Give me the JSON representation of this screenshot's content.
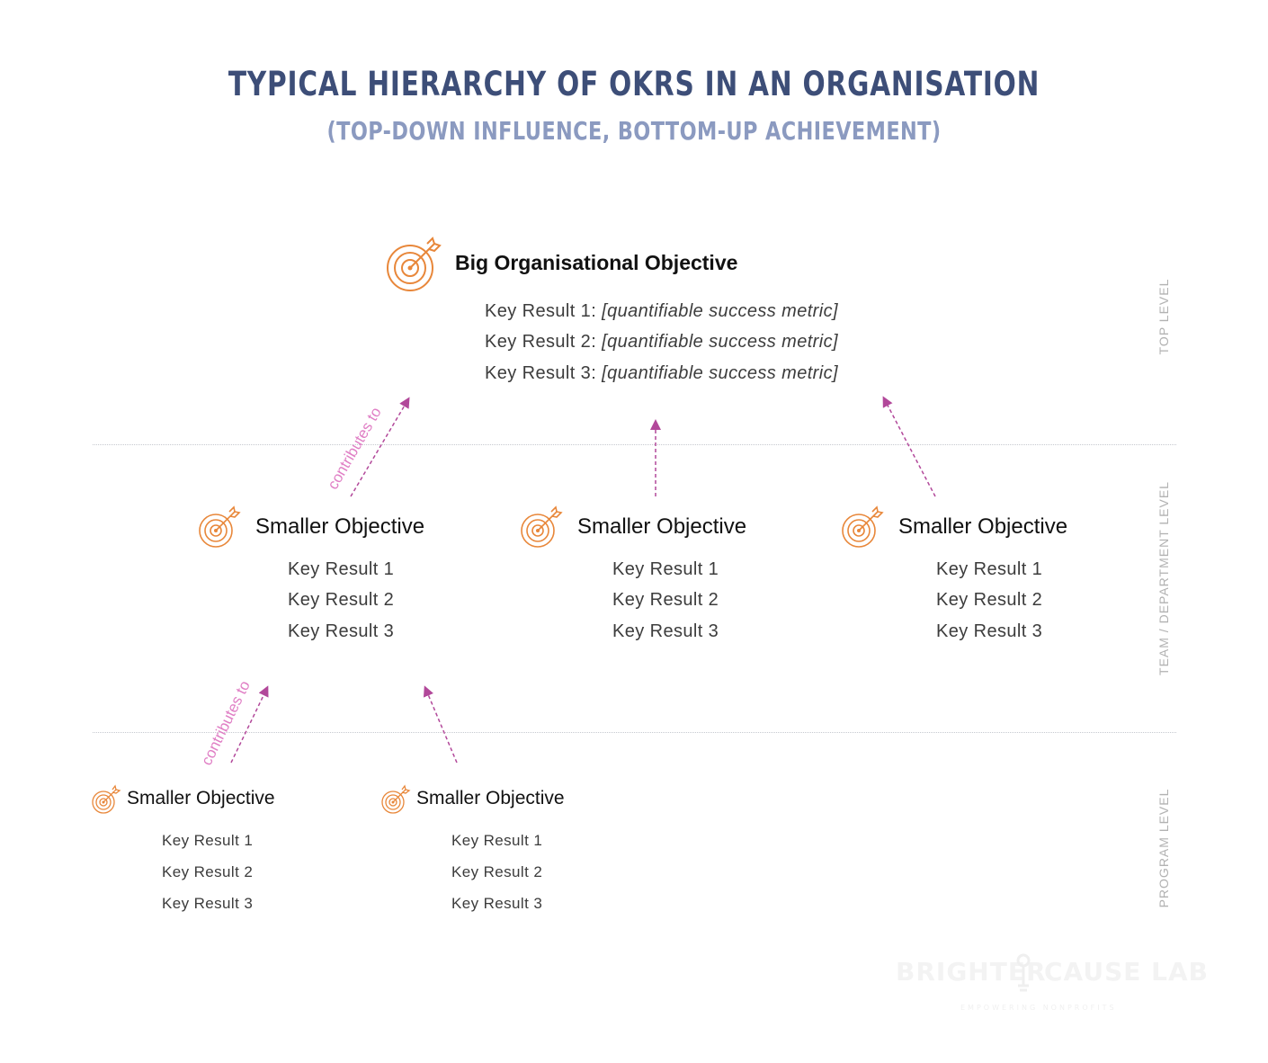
{
  "title": "TYPICAL HIERARCHY OF OKRS IN AN ORGANISATION",
  "subtitle": "(TOP-DOWN INFLUENCE, BOTTOM-UP ACHIEVEMENT)",
  "levels": {
    "top": "TOP LEVEL",
    "team": "TEAM / DEPARTMENT LEVEL",
    "program": "PROGRAM LEVEL"
  },
  "top_objective": {
    "title": "Big Organisational Objective",
    "key_results": [
      {
        "label": "Key Result  1:",
        "metric": "[quantifiable success metric]"
      },
      {
        "label": "Key Result  2:",
        "metric": "[quantifiable success metric]"
      },
      {
        "label": "Key Result  3:",
        "metric": "[quantifiable success metric]"
      }
    ]
  },
  "team_objectives": [
    {
      "title": "Smaller Objective",
      "key_results": [
        "Key Result  1",
        "Key Result  2",
        "Key Result  3"
      ]
    },
    {
      "title": "Smaller Objective",
      "key_results": [
        "Key Result  1",
        "Key Result  2",
        "Key Result  3"
      ]
    },
    {
      "title": "Smaller Objective",
      "key_results": [
        "Key Result  1",
        "Key Result  2",
        "Key Result  3"
      ]
    }
  ],
  "program_objectives": [
    {
      "title": "Smaller Objective",
      "key_results": [
        "Key Result  1",
        "Key Result  2",
        "Key Result  3"
      ]
    },
    {
      "title": "Smaller Objective",
      "key_results": [
        "Key Result  1",
        "Key Result  2",
        "Key Result  3"
      ]
    }
  ],
  "arrow_label": "contributes to",
  "logo": {
    "left": "BRIGHTER",
    "right": "CAUSE LAB",
    "tagline": "EMPOWERING NONPROFITS"
  },
  "colors": {
    "title": "#3d4e78",
    "subtitle": "#8b9ac0",
    "icon": "#e8873a",
    "arrow": "#b2489a",
    "arrow_label": "#e07fc5"
  },
  "icon": "target-arrow-icon"
}
